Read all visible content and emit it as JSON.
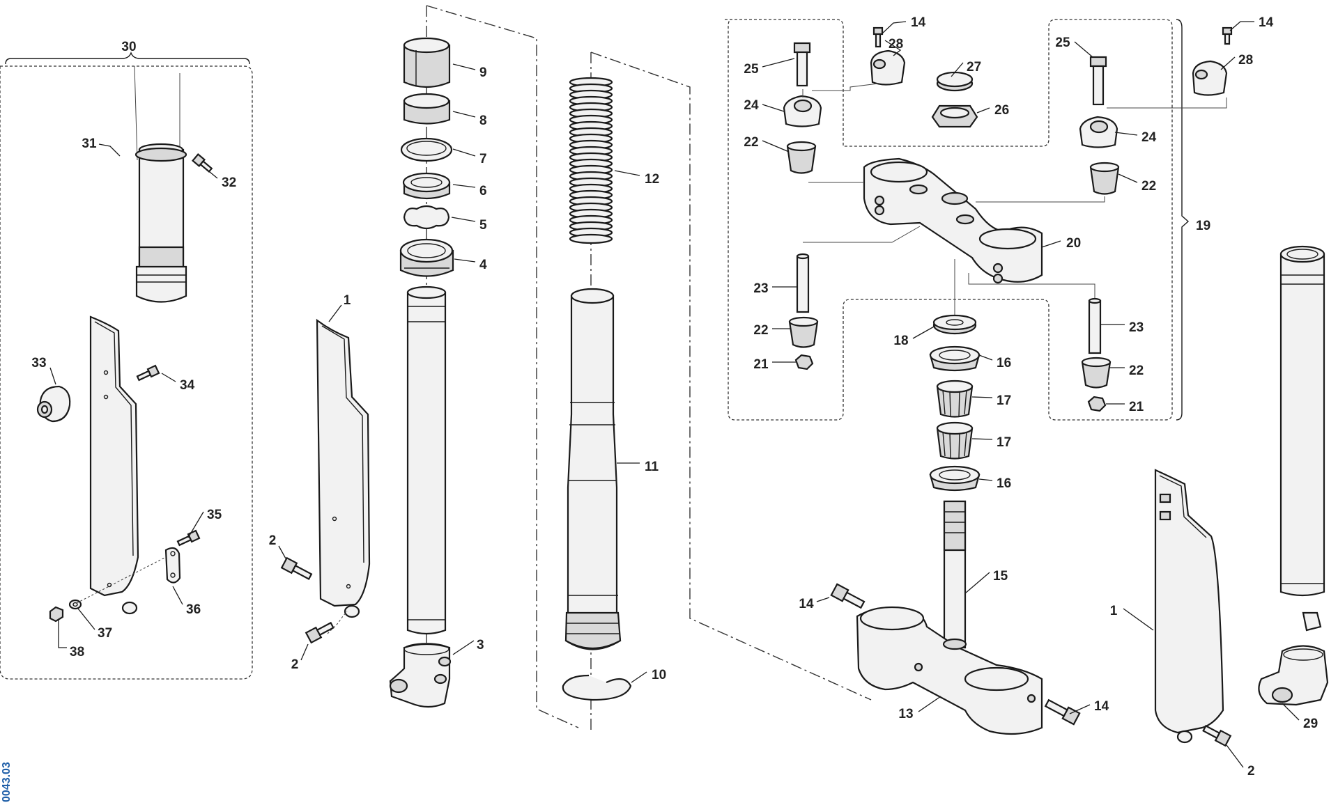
{
  "document": {
    "reference_code": "0043.03",
    "reference_color": "#1f5fa8"
  },
  "callouts": [
    {
      "key": "c30",
      "label": "30"
    },
    {
      "key": "c31",
      "label": "31"
    },
    {
      "key": "c32",
      "label": "32"
    },
    {
      "key": "c33",
      "label": "33"
    },
    {
      "key": "c34",
      "label": "34"
    },
    {
      "key": "c35",
      "label": "35"
    },
    {
      "key": "c36",
      "label": "36"
    },
    {
      "key": "c37",
      "label": "37"
    },
    {
      "key": "c38",
      "label": "38"
    },
    {
      "key": "c1a",
      "label": "1"
    },
    {
      "key": "c2a",
      "label": "2"
    },
    {
      "key": "c2b",
      "label": "2"
    },
    {
      "key": "c9",
      "label": "9"
    },
    {
      "key": "c8",
      "label": "8"
    },
    {
      "key": "c7",
      "label": "7"
    },
    {
      "key": "c6",
      "label": "6"
    },
    {
      "key": "c5",
      "label": "5"
    },
    {
      "key": "c4",
      "label": "4"
    },
    {
      "key": "c3",
      "label": "3"
    },
    {
      "key": "c12",
      "label": "12"
    },
    {
      "key": "c11",
      "label": "11"
    },
    {
      "key": "c10",
      "label": "10"
    },
    {
      "key": "c14a",
      "label": "14"
    },
    {
      "key": "c28a",
      "label": "28"
    },
    {
      "key": "c25a",
      "label": "25"
    },
    {
      "key": "c27",
      "label": "27"
    },
    {
      "key": "c24a",
      "label": "24"
    },
    {
      "key": "c26",
      "label": "26"
    },
    {
      "key": "c22a",
      "label": "22"
    },
    {
      "key": "c14b",
      "label": "14"
    },
    {
      "key": "c25b",
      "label": "25"
    },
    {
      "key": "c28b",
      "label": "28"
    },
    {
      "key": "c24b",
      "label": "24"
    },
    {
      "key": "c22b",
      "label": "22"
    },
    {
      "key": "c19",
      "label": "19"
    },
    {
      "key": "c20",
      "label": "20"
    },
    {
      "key": "c23a",
      "label": "23"
    },
    {
      "key": "c22c",
      "label": "22"
    },
    {
      "key": "c21a",
      "label": "21"
    },
    {
      "key": "c18",
      "label": "18"
    },
    {
      "key": "c16a",
      "label": "16"
    },
    {
      "key": "c17a",
      "label": "17"
    },
    {
      "key": "c17b",
      "label": "17"
    },
    {
      "key": "c16b",
      "label": "16"
    },
    {
      "key": "c23b",
      "label": "23"
    },
    {
      "key": "c22d",
      "label": "22"
    },
    {
      "key": "c21b",
      "label": "21"
    },
    {
      "key": "c15",
      "label": "15"
    },
    {
      "key": "c14c",
      "label": "14"
    },
    {
      "key": "c13",
      "label": "13"
    },
    {
      "key": "c14d",
      "label": "14"
    },
    {
      "key": "c1b",
      "label": "1"
    },
    {
      "key": "c29",
      "label": "29"
    },
    {
      "key": "c2c",
      "label": "2"
    }
  ]
}
